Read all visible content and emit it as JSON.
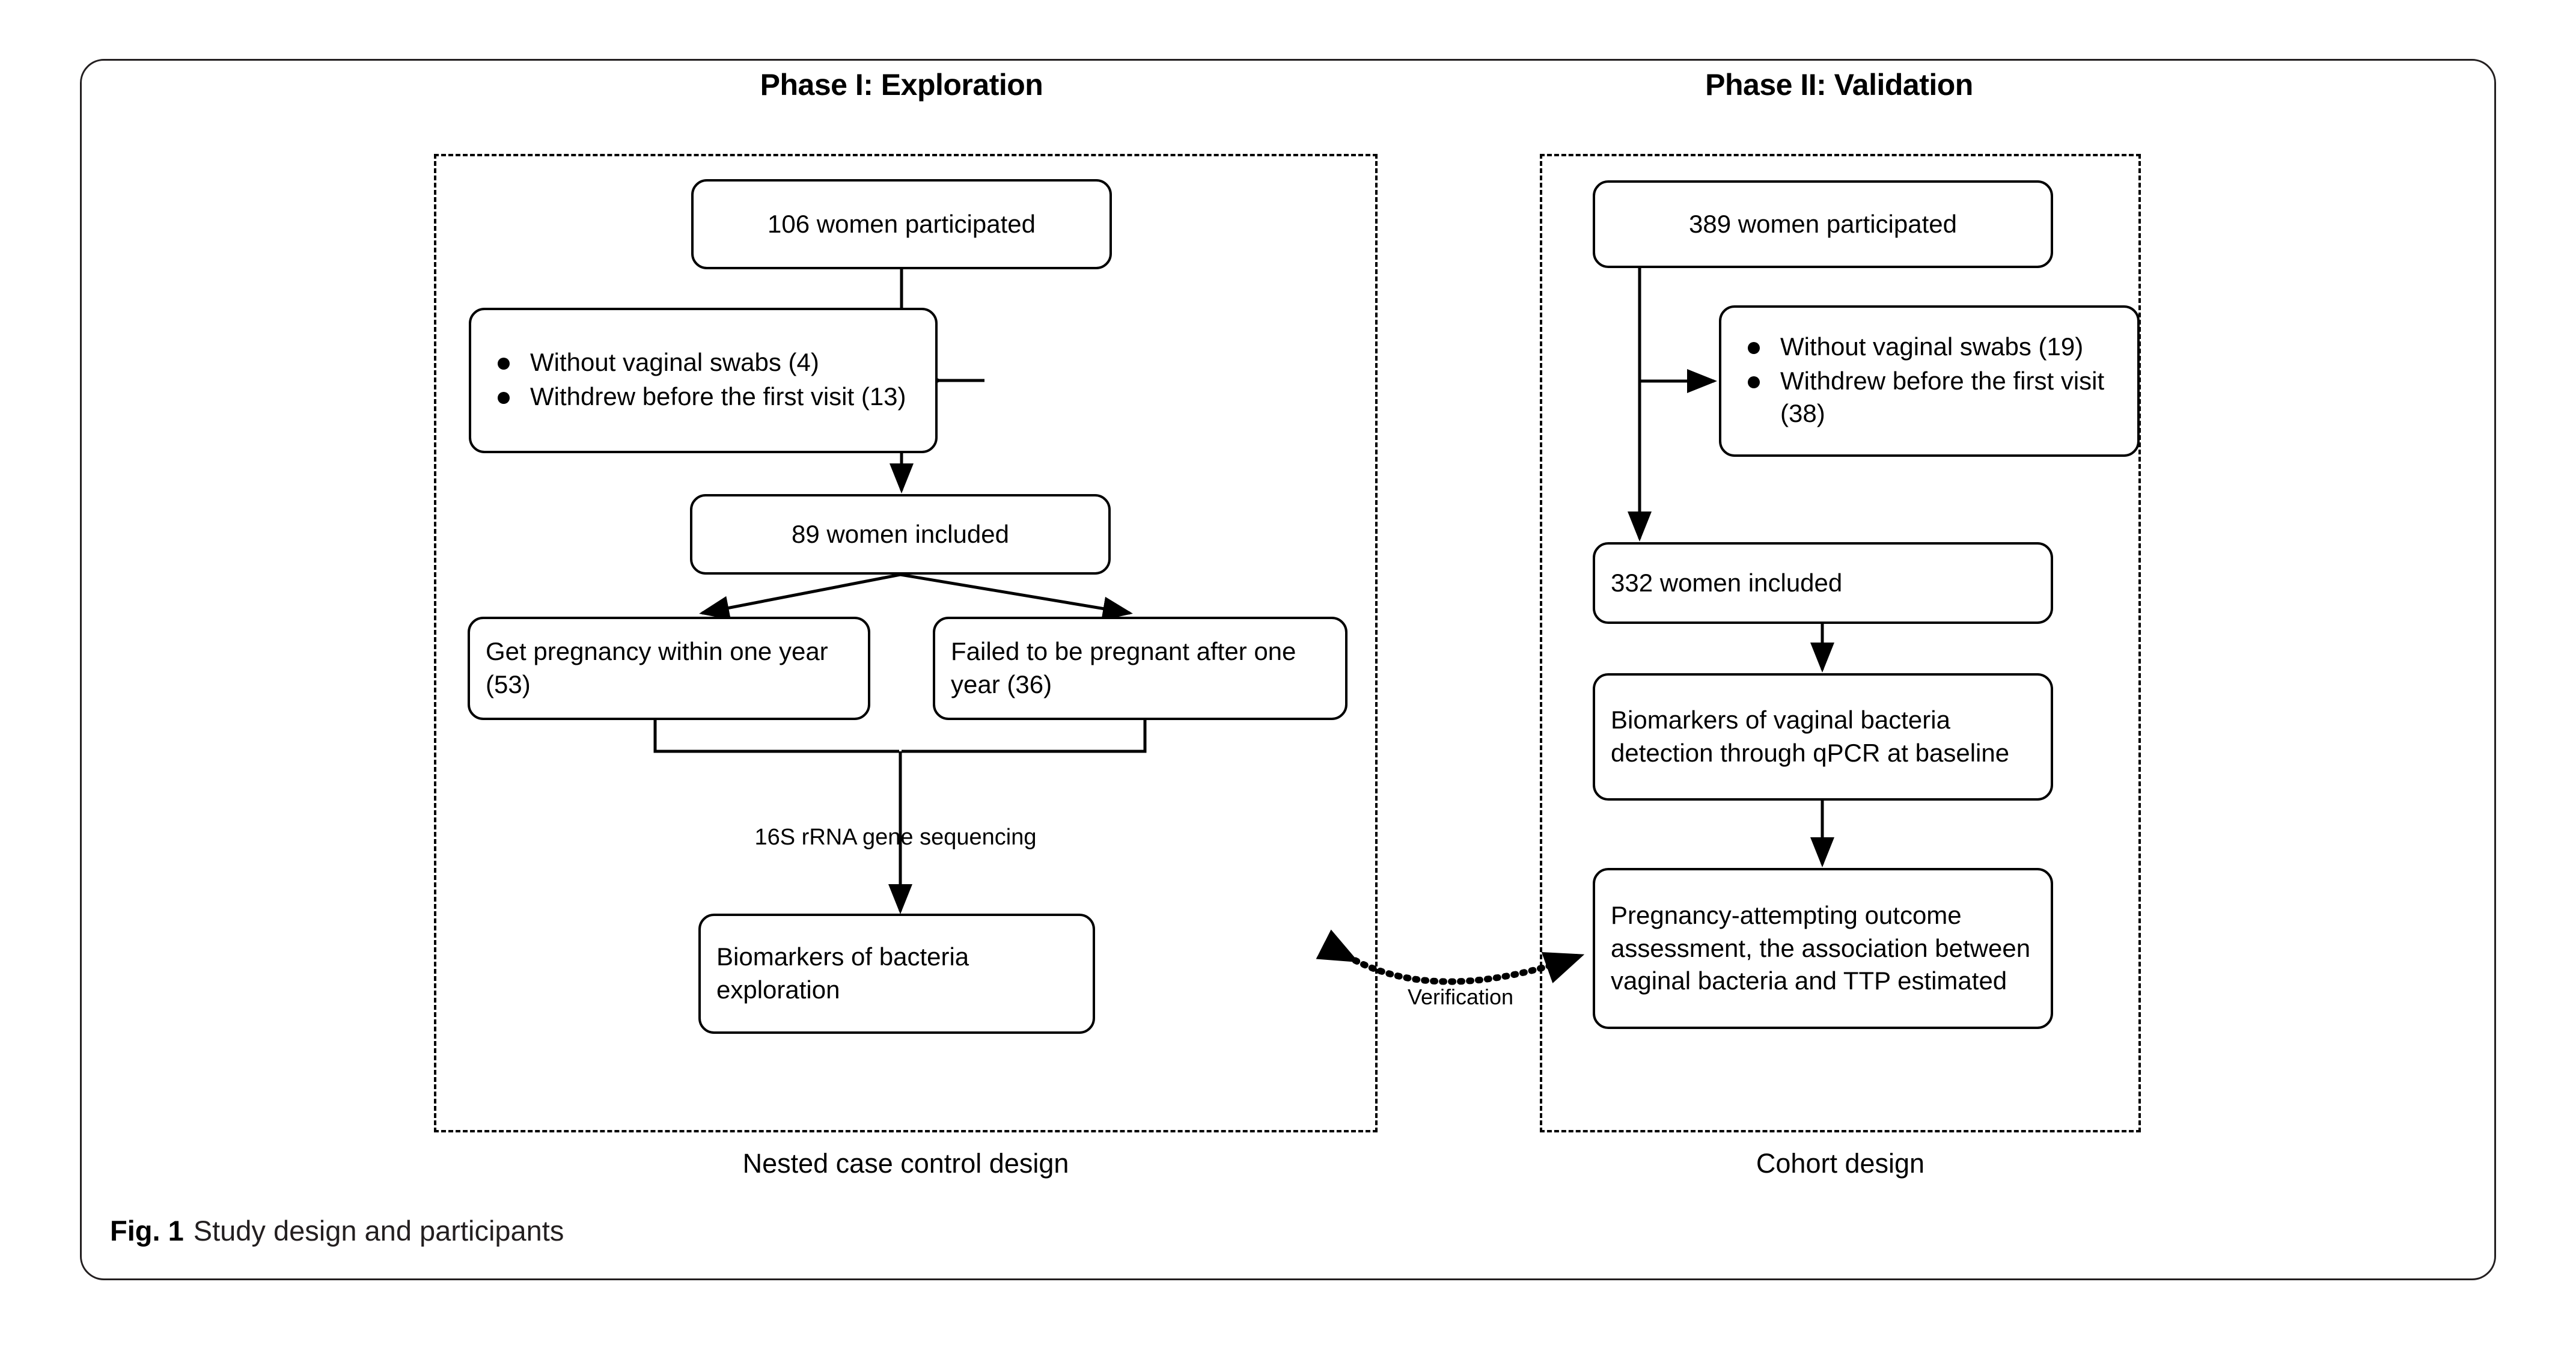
{
  "figure": {
    "caption_label": "Fig. 1",
    "caption_text": "Study design and participants"
  },
  "phases": {
    "left": {
      "title": "Phase I: Exploration",
      "design_caption": "Nested case control design"
    },
    "right": {
      "title": "Phase II: Validation",
      "design_caption": "Cohort design"
    }
  },
  "nodes": {
    "left": {
      "participated": "106 women participated",
      "excluded_bullets": [
        "Without vaginal swabs (4)",
        "Withdrew before the first visit (13)"
      ],
      "included": "89 women included",
      "pregnant": "Get pregnancy within one year (53)",
      "not_pregnant": "Failed to be pregnant after one year (36)",
      "outcome": "Biomarkers of bacteria exploration"
    },
    "right": {
      "participated": "389 women participated",
      "excluded_bullets": [
        "Without vaginal swabs (19)",
        "Withdrew before the first visit (38)"
      ],
      "included": "332 women included",
      "detection": "Biomarkers of vaginal bacteria detection through qPCR at baseline",
      "assessment": "Pregnancy-attempting outcome assessment, the association between vaginal bacteria and TTP estimated"
    }
  },
  "edge_labels": {
    "sequencing": "16S rRNA gene sequencing",
    "verification": "Verification"
  },
  "colors": {
    "line": "#000000",
    "card_border": "#231f20",
    "background": "#ffffff",
    "text": "#000000"
  }
}
